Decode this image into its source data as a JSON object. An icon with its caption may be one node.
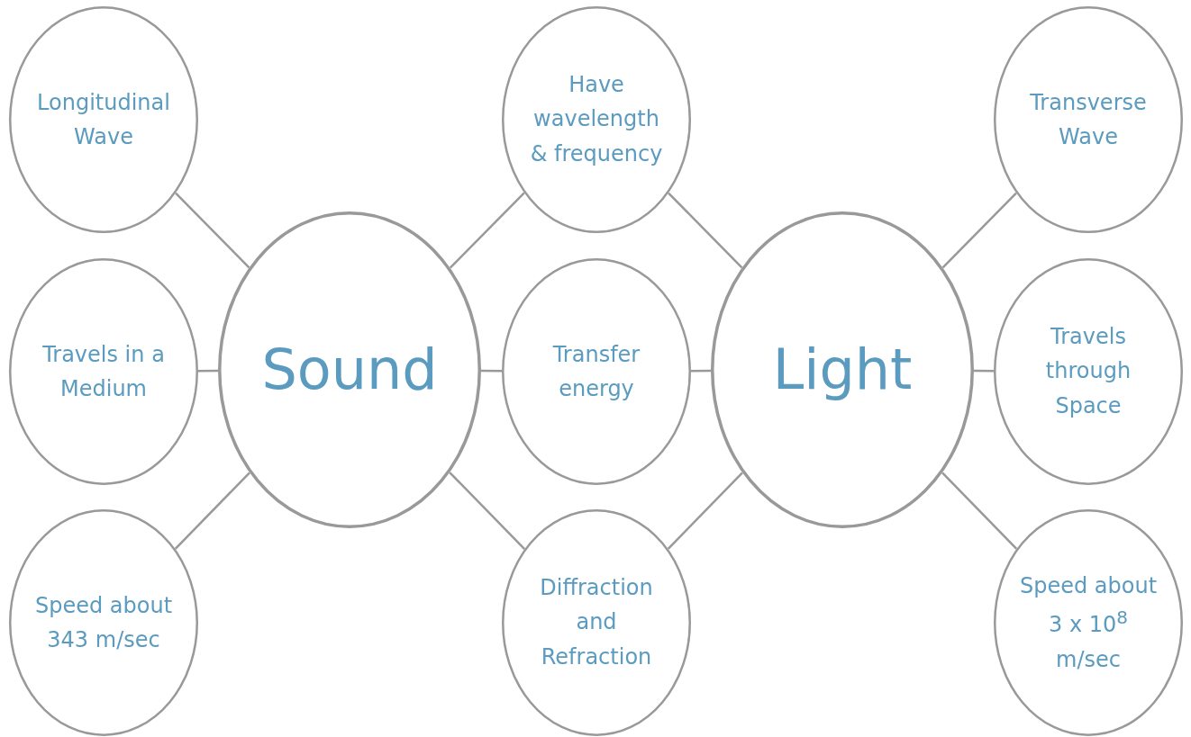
{
  "diagram": {
    "nodes": [
      {
        "text": [
          "Longitudinal Wave"
        ]
      },
      {
        "text": [
          "Have wavelength & frequency"
        ]
      },
      {
        "text": [
          "Transverse Wave"
        ]
      },
      {
        "text": [
          "Travels in a Medium"
        ]
      },
      {
        "text": [
          "Sound"
        ]
      },
      {
        "text": [
          "Transfer energy"
        ]
      },
      {
        "text": [
          "Light"
        ]
      },
      {
        "text": [
          "Travels through Space"
        ]
      },
      {
        "text": [
          "Speed about 343 m/sec"
        ]
      },
      {
        "text": [
          "Diffraction and Refraction"
        ]
      },
      {
        "text": [
          "Speed about 3 x 10$^{8}$ m/sec"
        ]
      }
    ],
    "edges": [
      {
        "from": 4,
        "to": 0,
        "arrow": "none"
      },
      {
        "from": 4,
        "to": 3,
        "arrow": "none"
      },
      {
        "from": 4,
        "to": 8,
        "arrow": "none"
      },
      {
        "from": 4,
        "to": 1,
        "arrow": "none"
      },
      {
        "from": 4,
        "to": 5,
        "arrow": "none"
      },
      {
        "from": 4,
        "to": 9,
        "arrow": "none"
      },
      {
        "from": 6,
        "to": 1,
        "arrow": "none"
      },
      {
        "from": 6,
        "to": 5,
        "arrow": "none"
      },
      {
        "from": 6,
        "to": 9,
        "arrow": "none"
      },
      {
        "from": 6,
        "to": 2,
        "arrow": "none"
      },
      {
        "from": 6,
        "to": 7,
        "arrow": "none"
      },
      {
        "from": 6,
        "to": 10,
        "arrow": "none"
      }
    ]
  }
}
